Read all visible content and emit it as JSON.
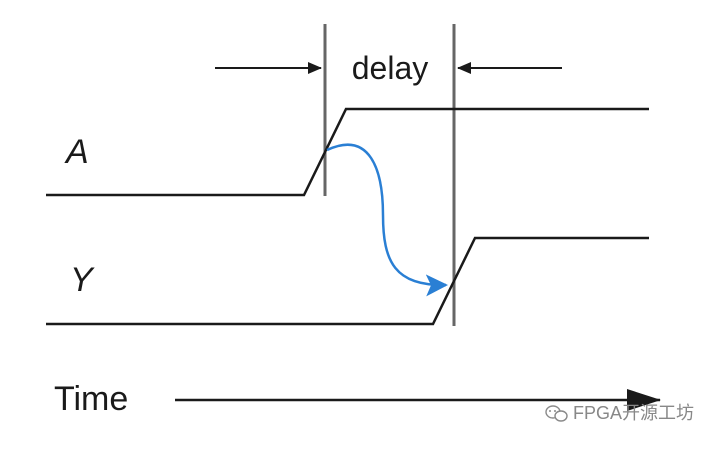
{
  "diagram": {
    "delay_label": "delay",
    "signal_a_label": "A",
    "signal_y_label": "Y",
    "time_label": "Time",
    "watermark": "FPGA开源工坊"
  },
  "colors": {
    "line": "#1a1a1a",
    "marker": "#666666",
    "causal_arrow": "#2a7fd4",
    "watermark_text": "#888888"
  },
  "icons": {
    "watermark_icon": "wechat-icon"
  }
}
